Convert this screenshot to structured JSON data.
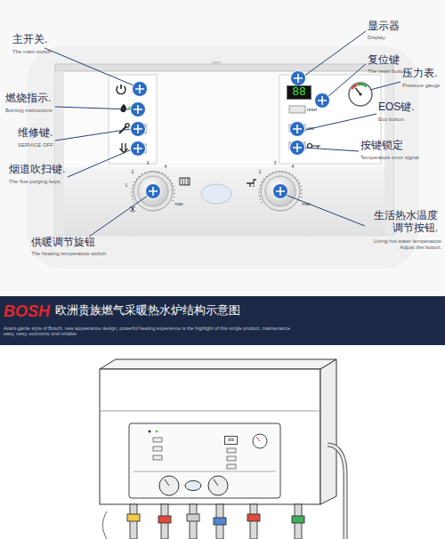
{
  "diagram": {
    "nodes": [
      {
        "text": [
          "BOSH",
          "欧洲贵族燃气采暖热水炉结构示意图",
          "Avant-garde style of Bosch, new appearance design, powerful heating experience is the highlight of this single product, maintenance easy, easy, economic and reliable"
        ]
      },
      {
        "text": [
          "88"
        ]
      },
      {
        "text": [
          "88"
        ]
      }
    ],
    "labels": [
      "主开关.",
      "The main switch",
      "燃烧指示.",
      "Burning instructions",
      "维修键.",
      "SERVICE OFF",
      "烟道吹扫键.",
      "The flue purging keys.",
      "供暖调节旋钮",
      "The heating temperature switch",
      "显示器",
      "Display",
      "复位键",
      "The reset button.",
      "压力表.",
      "Pressure gauge",
      "EOS键.",
      "Eco button.",
      "按键锁定",
      "Temperature error signal.",
      "生活热水温度 调节按钮.",
      "Living hot water temperature Adjust the button.",
      "reset",
      "eco",
      "1",
      "2",
      "3",
      "4",
      "max",
      "1",
      "2",
      "3",
      "4",
      "max"
    ]
  }
}
